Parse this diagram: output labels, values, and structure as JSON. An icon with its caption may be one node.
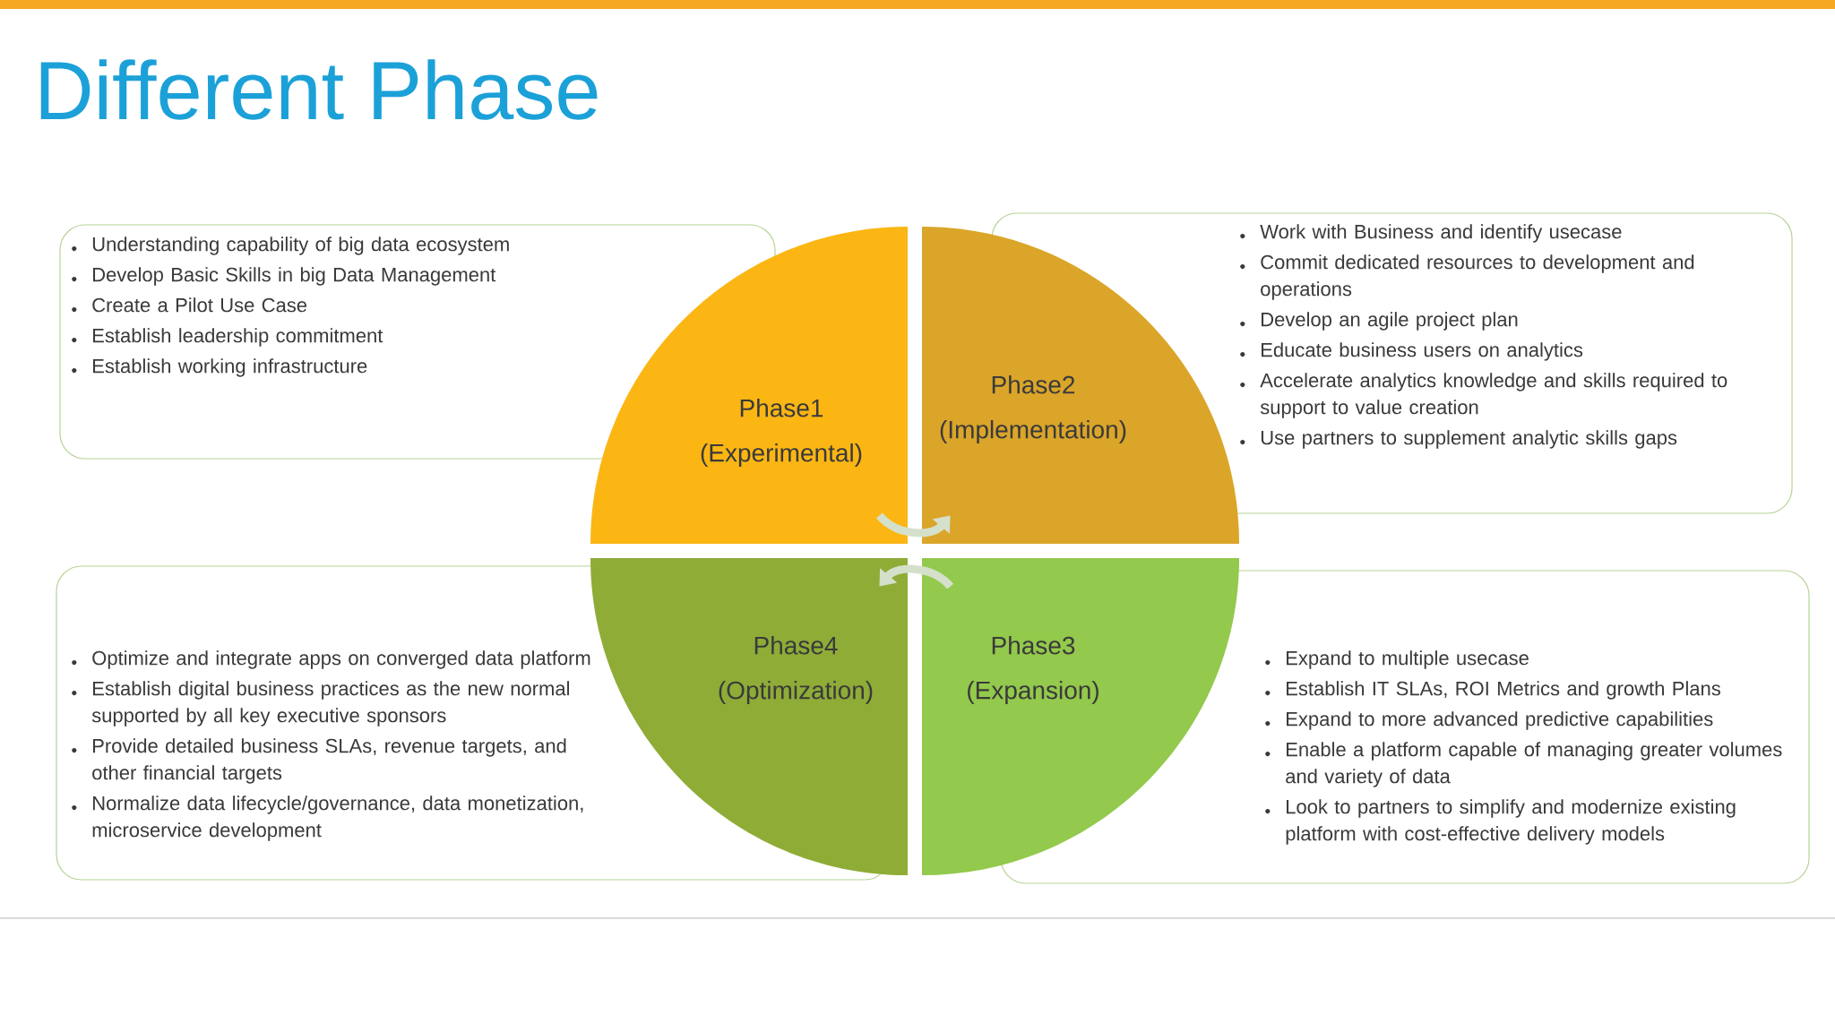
{
  "diagram": {
    "title": "Different Phase",
    "nodes": [
      {
        "text": [
          "Understanding capability of big data ecosystem",
          "Develop Basic Skills in big Data Management",
          "Create a Pilot Use Case",
          "Establish leadership commitment",
          "Establish working infrastructure"
        ]
      },
      {
        "text": [
          "Phase1",
          "(Experimental)"
        ]
      },
      {
        "text": [
          "Phase2",
          "(Implementation)"
        ]
      },
      {
        "text": [
          "Work with Business and identify usecase",
          "Commit dedicated resources to development and operations",
          "Develop an agile project plan",
          "Educate business users on analytics",
          "Accelerate analytics knowledge and skills required to support to value creation",
          "Use partners to supplement analytic skills gaps"
        ]
      },
      {
        "text": [
          "Optimize and integrate apps on converged data platform",
          "Establish digital business practices as the new normal supported by all key executive sponsors",
          "Provide detailed business SLAs, revenue targets, and other financial targets",
          "Normalize data lifecycle/governance, data monetization, microservice development"
        ]
      },
      {
        "text": [
          "Phase4",
          "(Optimization)"
        ]
      },
      {
        "text": [
          "Phase3",
          "(Expansion)"
        ]
      },
      {
        "text": [
          "Expand to multiple usecase",
          "Establish IT SLAs, ROI Metrics and growth Plans",
          "Expand to more advanced predictive capabilities",
          "Enable a platform capable of managing greater volumes and variety of data",
          "Look to partners to simplify and modernize existing platform with cost-effective delivery models"
        ]
      }
    ],
    "edges": [
      {
        "from": 1,
        "to": 2,
        "arrow": "to"
      },
      {
        "from": 6,
        "to": 5,
        "arrow": "to"
      }
    ]
  }
}
